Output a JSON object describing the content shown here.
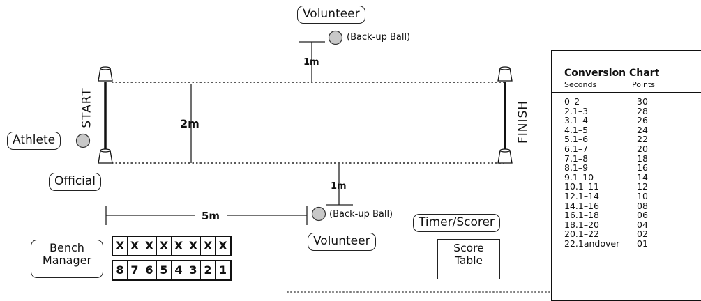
{
  "labels": {
    "volunteer_top": "Volunteer",
    "volunteer_bottom": "Volunteer",
    "backup_ball_top": "(Back-up Ball)",
    "backup_ball_bottom": "(Back-up Ball)",
    "athlete": "Athlete",
    "official": "Official",
    "timer_scorer": "Timer/Scorer",
    "score_table": "Score Table",
    "bench_manager": "Bench Manager",
    "start": "START",
    "finish": "FINISH"
  },
  "measurements": {
    "top_offset": "1m",
    "bottom_offset": "1m",
    "width": "2m",
    "length": "5m"
  },
  "bench": {
    "top_row": [
      "X",
      "X",
      "X",
      "X",
      "X",
      "X",
      "X",
      "X"
    ],
    "bottom_row": [
      "8",
      "7",
      "6",
      "5",
      "4",
      "3",
      "2",
      "1"
    ]
  },
  "conversion_chart": {
    "title": "Conversion Chart",
    "col_seconds": "Seconds",
    "col_points": "Points",
    "rows": [
      {
        "seconds": "0–2",
        "points": "30"
      },
      {
        "seconds": "2.1–3",
        "points": "28"
      },
      {
        "seconds": "3.1–4",
        "points": "26"
      },
      {
        "seconds": "4.1–5",
        "points": "24"
      },
      {
        "seconds": "5.1–6",
        "points": "22"
      },
      {
        "seconds": "6.1–7",
        "points": "20"
      },
      {
        "seconds": "7.1–8",
        "points": "18"
      },
      {
        "seconds": "8.1–9",
        "points": "16"
      },
      {
        "seconds": "9.1–10",
        "points": "14"
      },
      {
        "seconds": "10.1–11",
        "points": "12"
      },
      {
        "seconds": "12.1–14",
        "points": "10"
      },
      {
        "seconds": "14.1–16",
        "points": "08"
      },
      {
        "seconds": "16.1–18",
        "points": "06"
      },
      {
        "seconds": "18.1–20",
        "points": "04"
      },
      {
        "seconds": "20.1–22",
        "points": "02"
      },
      {
        "seconds": "22.1andover",
        "points": "01"
      }
    ]
  },
  "colors": {
    "ball_fill": "#c8c8c8",
    "line": "#222222"
  },
  "icons": [
    "cone-icon",
    "ball-icon"
  ]
}
